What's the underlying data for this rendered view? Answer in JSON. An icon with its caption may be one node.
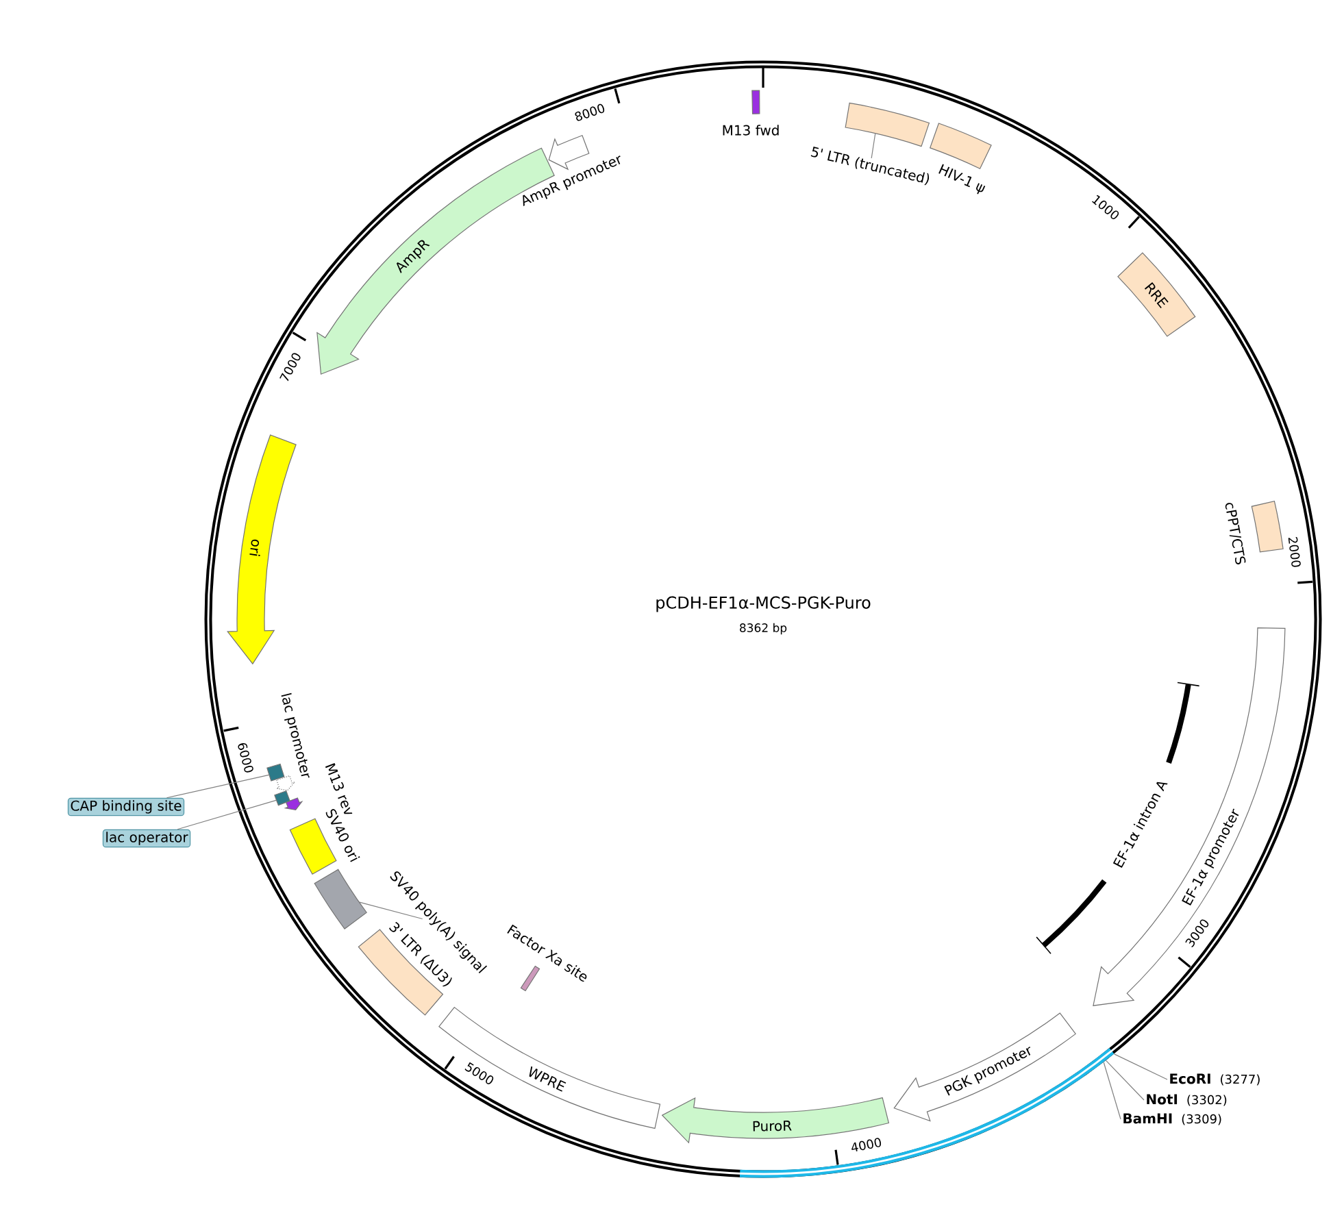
{
  "diagram": {
    "title": "pCDH-EF1α-MCS-PGK-Puro",
    "caption": "8362 bp",
    "nodes": [
      {
        "text": [
          "M13 fwd"
        ]
      },
      {
        "text": [
          "5' LTR (truncated)"
        ]
      },
      {
        "text": [],
        "shape": "box"
      },
      {
        "text": [
          "HIV-1 ψ"
        ]
      },
      {
        "text": [
          "RRE"
        ]
      },
      {
        "text": [
          "cPPT/CTS"
        ]
      },
      {
        "text": [
          "EF-1α promoter"
        ]
      },
      {
        "text": [
          "EF-1α intron A"
        ]
      },
      {
        "text": [
          "PGK promoter"
        ]
      },
      {
        "text": [
          "PuroR"
        ]
      },
      {
        "text": [
          "WPRE"
        ]
      },
      {
        "text": [
          "3' LTR (ΔU3)"
        ]
      },
      {
        "text": [
          "SV40 poly(A) signal"
        ]
      },
      {
        "text": [],
        "shape": "box"
      },
      {
        "text": [
          "SV40 ori"
        ]
      },
      {
        "text": [
          "M13 rev"
        ]
      },
      {
        "text": [
          "lac operator"
        ]
      },
      {
        "text": [],
        "shape": "box"
      },
      {
        "text": [
          "lac promoter"
        ]
      },
      {
        "text": [
          "CAP binding site"
        ]
      },
      {
        "text": [],
        "shape": "box"
      },
      {
        "text": [
          "Factor Xa site"
        ]
      },
      {
        "text": [
          "ori"
        ]
      },
      {
        "text": [
          "AmpR"
        ]
      },
      {
        "text": [
          "AmpR promoter"
        ]
      },
      {
        "text": [
          "EcoRI",
          "(3277)"
        ]
      },
      {
        "text": [
          "NotI",
          "(3302)"
        ]
      },
      {
        "text": [
          "BamHI",
          "(3309)"
        ]
      },
      {
        "text": [],
        "shape": "bar"
      }
    ],
    "edges": [
      {
        "from": 1,
        "to": 2,
        "arrow": "none"
      },
      {
        "from": 12,
        "to": 13,
        "arrow": "none"
      },
      {
        "from": 19,
        "to": 20,
        "arrow": "none"
      },
      {
        "from": 16,
        "to": 17,
        "arrow": "none"
      },
      {
        "from": 25,
        "to": 28,
        "arrow": "none"
      },
      {
        "from": 26,
        "to": 28,
        "arrow": "none"
      },
      {
        "from": 27,
        "to": 28,
        "arrow": "none"
      }
    ],
    "labels": [
      "1000",
      "2000",
      "3000",
      "4000",
      "5000",
      "6000",
      "7000",
      "8000"
    ]
  }
}
